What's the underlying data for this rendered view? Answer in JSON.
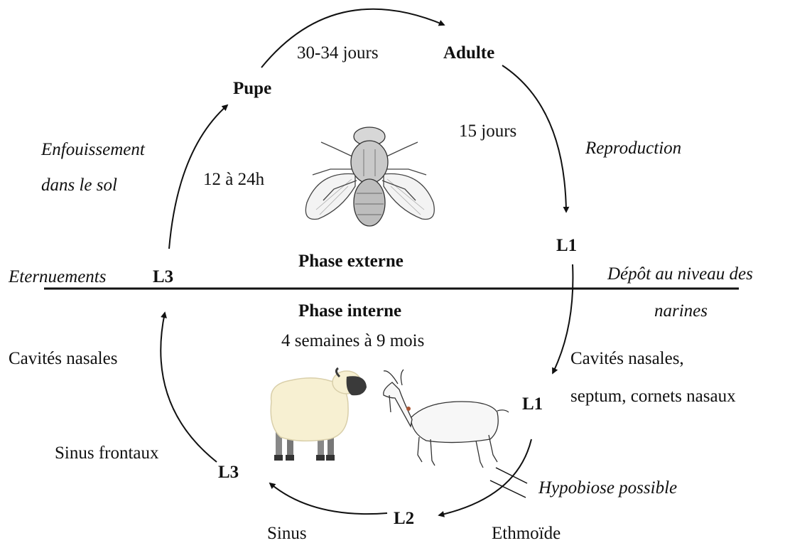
{
  "stages": {
    "pupe": "Pupe",
    "adulte": "Adulte",
    "l1_external": "L1",
    "l3_external": "L3",
    "l1_internal": "L1",
    "l2_internal": "L2",
    "l3_internal": "L3"
  },
  "durations": {
    "pupe_to_adulte": "30-34 jours",
    "adulte_to_l1": "15 jours",
    "l3_to_pupe": "12 à 24h",
    "internal_phase": "4 semaines à 9 mois"
  },
  "processes": {
    "burrowing_line1": "Enfouissement",
    "burrowing_line2": "dans le sol",
    "reproduction": "Reproduction",
    "sneezing": "Eternuements",
    "deposit_line1": "Dépôt au niveau des",
    "deposit_line2": "narines",
    "hypobiosis": "Hypobiose possible"
  },
  "phases": {
    "external": "Phase externe",
    "internal": "Phase interne"
  },
  "locations": {
    "nasal_cavities_left": "Cavités nasales",
    "nasal_cavities_right_line1": "Cavités nasales,",
    "nasal_cavities_right_line2": "septum, cornets nasaux",
    "frontal_sinuses": "Sinus frontaux",
    "sinus": "Sinus",
    "ethmoid": "Ethmoïde"
  },
  "icons": [
    "fly-icon",
    "sheep-icon",
    "goat-icon"
  ]
}
